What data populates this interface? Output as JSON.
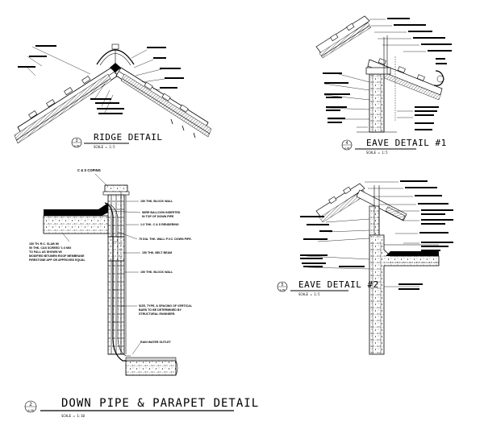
{
  "details": [
    {
      "id": "ridge",
      "title": "RIDGE DETAIL",
      "scale": "SCALE = 1:5",
      "bubble_top": "3",
      "bubble_bottom": "A-05"
    },
    {
      "id": "eave1",
      "title": "EAVE DETAIL #1",
      "scale": "SCALE = 1:5",
      "bubble_top": "4",
      "bubble_bottom": "A-05"
    },
    {
      "id": "eave2",
      "title": "EAVE DETAIL #2",
      "scale": "SCALE = 1:5",
      "bubble_top": "5",
      "bubble_bottom": "A-05"
    },
    {
      "id": "downpipe",
      "title": "DOWN PIPE & PARAPET DETAIL",
      "scale": "SCALE = 1:10",
      "bubble_top": "2",
      "bubble_bottom": "A-05"
    }
  ],
  "downpipe_notes": [
    "C & S COPING",
    "150 THK. BLOCK WALL",
    "WIRE BALLOON INSERTED",
    "IN TOP OF DOWN PIPE",
    "1:3 THK. C & S RENDERING",
    "75 DIA. THK. WALL P.V.C. DOWN PIPE.",
    "150 THK. BELT BEAM",
    "150 THK. BLOCK WALL",
    "SIZE, TYPE, & SPACING OF VERTICAL",
    "BARS TO BE DETERMINED BY",
    "STRUCTURAL ENGINEER.",
    "RAIN WATER OUTLET"
  ],
  "slab_notes": [
    "150 TH. R.C. SLAB W/",
    "50 THK. C&S SCREED '1:3 MIX",
    "TO FALL AS SHOWN W/",
    "MODIFIED BITUMEN ROOF MEMBRANE",
    "FIRESTONE APP OR APPROVED EQUAL"
  ]
}
